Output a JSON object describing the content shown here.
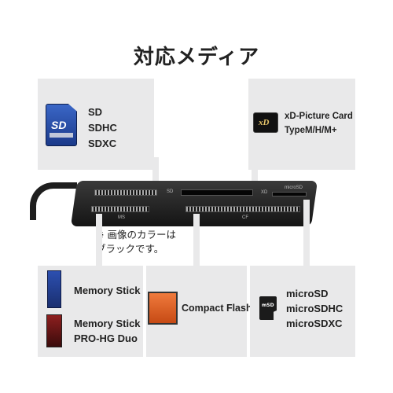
{
  "title": "対応メディア",
  "panel_top_left": {
    "items": [
      "SD",
      "SDHC",
      "SDXC"
    ],
    "icon": "sd-card-icon"
  },
  "panel_top_right": {
    "items": [
      "xD-Picture Card",
      "TypeM/H/M+"
    ],
    "icon": "xd-card-icon"
  },
  "reader": {
    "slot_labels": {
      "sd": "SD",
      "xd": "XD",
      "microsd": "microSD",
      "ms": "MS",
      "cf": "CF"
    }
  },
  "note": {
    "lines": [
      "※ 画像のカラーは",
      "ブラックです。"
    ]
  },
  "panel_bottom_left": {
    "items": [
      "Memory Stick",
      "Memory Stick",
      "PRO-HG Duo"
    ]
  },
  "panel_bottom_mid": {
    "items": [
      "Compact Flash"
    ]
  },
  "panel_bottom_right": {
    "items": [
      "microSD",
      "microSDHC",
      "microSDXC"
    ]
  },
  "colors": {
    "panel": "#e9e9ea",
    "text": "#222222"
  }
}
